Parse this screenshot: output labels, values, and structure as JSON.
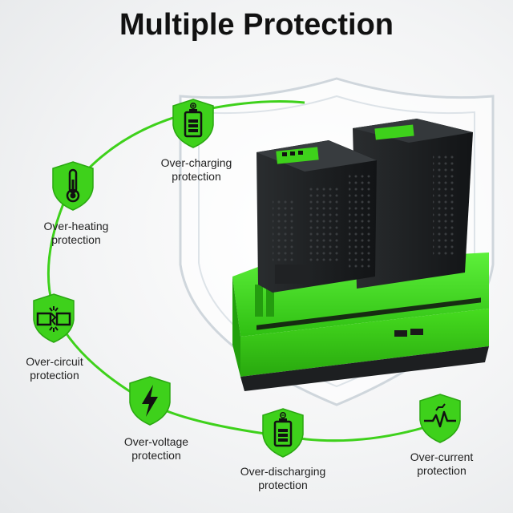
{
  "title": "Multiple Protection",
  "colors": {
    "accent": "#3ed11b",
    "accent_dark": "#1e9a0c",
    "text": "#111111"
  },
  "features": [
    {
      "icon": "battery-plus-icon",
      "line1": "Over-charging",
      "line2": "protection"
    },
    {
      "icon": "thermometer-icon",
      "line1": "Over-heating",
      "line2": "protection"
    },
    {
      "icon": "broken-circuit-icon",
      "line1": "Over-circuit",
      "line2": "protection"
    },
    {
      "icon": "lightning-bolt-icon",
      "line1": "Over-voltage",
      "line2": "protection"
    },
    {
      "icon": "battery-minus-icon",
      "line1": "Over-discharging",
      "line2": "protection"
    },
    {
      "icon": "current-wave-icon",
      "line1": "Over-current",
      "line2": "protection"
    }
  ]
}
